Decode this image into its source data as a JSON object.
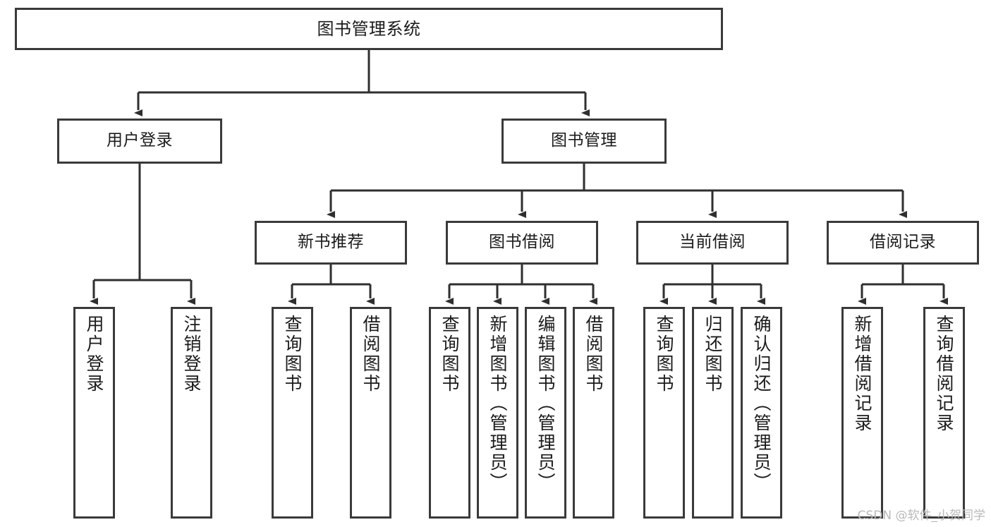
{
  "diagram": {
    "type": "tree",
    "title": "图书管理系统",
    "watermark": "CSDN @软件_小贺同学",
    "colors": {
      "stroke": "#3a3a3a",
      "fill": "#ffffff",
      "text": "#1b1b1b",
      "watermark": "#b9b9b9"
    },
    "levels": {
      "level1": [
        {
          "label": "图书管理系统"
        }
      ],
      "level2": [
        {
          "label": "用户登录"
        },
        {
          "label": "图书管理"
        }
      ],
      "level3": [
        {
          "label": "新书推荐"
        },
        {
          "label": "图书借阅"
        },
        {
          "label": "当前借阅"
        },
        {
          "label": "借阅记录"
        }
      ],
      "leaves": {
        "user_login": [
          {
            "label": "用户登录"
          },
          {
            "label": "注销登录"
          }
        ],
        "new_book_recommend": [
          {
            "label": "查询图书"
          },
          {
            "label": "借阅图书"
          }
        ],
        "book_borrow": [
          {
            "label": "查询图书"
          },
          {
            "label": "新增图书（管理员）"
          },
          {
            "label": "编辑图书（管理员）"
          },
          {
            "label": "借阅图书"
          }
        ],
        "current_borrow": [
          {
            "label": "查询图书"
          },
          {
            "label": "归还图书"
          },
          {
            "label": "确认归还（管理员）"
          }
        ],
        "borrow_record": [
          {
            "label": "新增借阅记录"
          },
          {
            "label": "查询借阅记录"
          }
        ]
      }
    }
  }
}
